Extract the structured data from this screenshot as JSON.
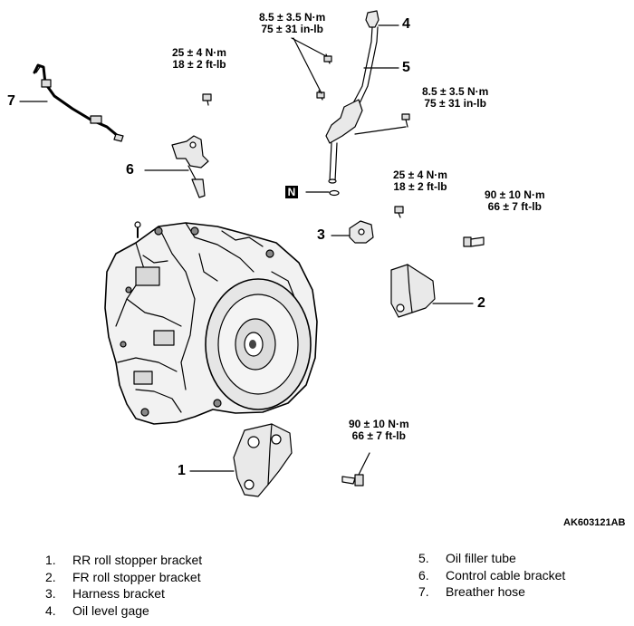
{
  "torques": [
    {
      "nm": "8.5 ± 3.5 N·m",
      "imp": "75 ± 31 in-lb"
    },
    {
      "nm": "25 ± 4 N·m",
      "imp": "18 ± 2 ft-lb"
    },
    {
      "nm": "8.5 ± 3.5 N·m",
      "imp": "75 ± 31 in-lb"
    },
    {
      "nm": "25 ± 4 N·m",
      "imp": "18 ± 2 ft-lb"
    },
    {
      "nm": "90 ± 10 N·m",
      "imp": "66 ± 7 ft-lb"
    },
    {
      "nm": "90 ± 10 N·m",
      "imp": "66 ± 7 ft-lb"
    }
  ],
  "callouts": [
    "1",
    "2",
    "3",
    "4",
    "5",
    "6",
    "7"
  ],
  "n_badge": "N",
  "figure_id": "AK603121AB",
  "legend": [
    {
      "num": "1.",
      "label": "RR roll stopper bracket"
    },
    {
      "num": "2.",
      "label": "FR roll stopper bracket"
    },
    {
      "num": "3.",
      "label": "Harness bracket"
    },
    {
      "num": "4.",
      "label": "Oil level gage"
    },
    {
      "num": "5.",
      "label": "Oil filler tube"
    },
    {
      "num": "6.",
      "label": "Control cable bracket"
    },
    {
      "num": "7.",
      "label": "Breather hose"
    }
  ]
}
